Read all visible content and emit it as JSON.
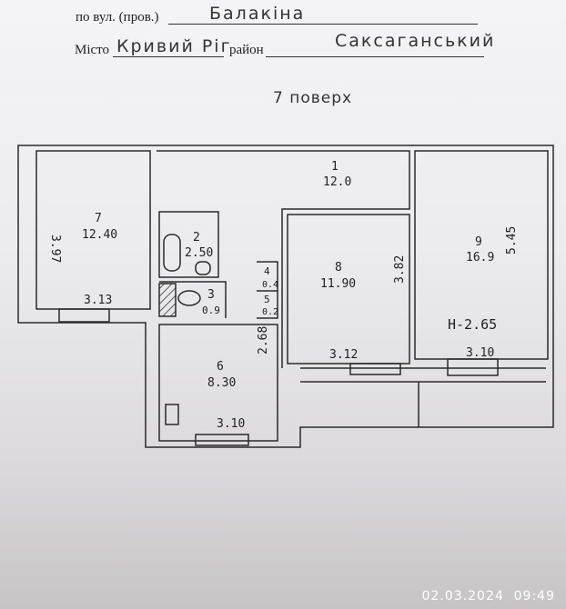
{
  "header": {
    "street_label": "по вул. (пров.)",
    "street_value": "Балакіна",
    "city_label": "Місто",
    "city_value": "Кривий Ріг",
    "district_label": "район",
    "district_value": "Саксаганський",
    "floor": "7 поверх"
  },
  "rooms": [
    {
      "num": "1",
      "area": "12.0"
    },
    {
      "num": "2",
      "area": "2.50"
    },
    {
      "num": "3",
      "area": "0.9"
    },
    {
      "num": "4",
      "area": "0.4"
    },
    {
      "num": "5",
      "area": "0.2"
    },
    {
      "num": "6",
      "area": "8.30"
    },
    {
      "num": "7",
      "area": "12.40"
    },
    {
      "num": "8",
      "area": "11.90"
    },
    {
      "num": "9",
      "area": "16.9"
    }
  ],
  "dimensions": {
    "room7_height": "3.97",
    "room7_width": "3.13",
    "room6_height": "2.68",
    "room6_width": "3.10",
    "room8_height": "3.82",
    "room8_width": "3.12",
    "room9_height": "5.45",
    "room9_width": "3.10",
    "ceiling_height": "H-2.65"
  },
  "timestamp": "02.03.2024  09:49"
}
